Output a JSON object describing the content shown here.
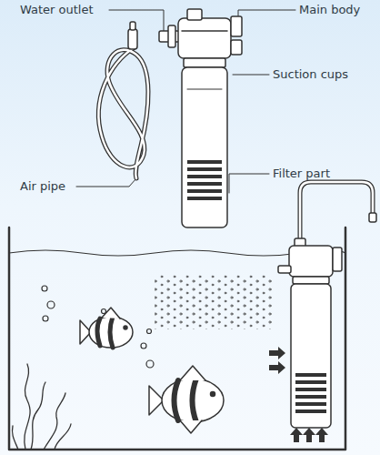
{
  "diagram": {
    "labels": [
      "Water outlet",
      "Main body",
      "Suction cups",
      "Air pipe",
      "Filter part"
    ]
  }
}
